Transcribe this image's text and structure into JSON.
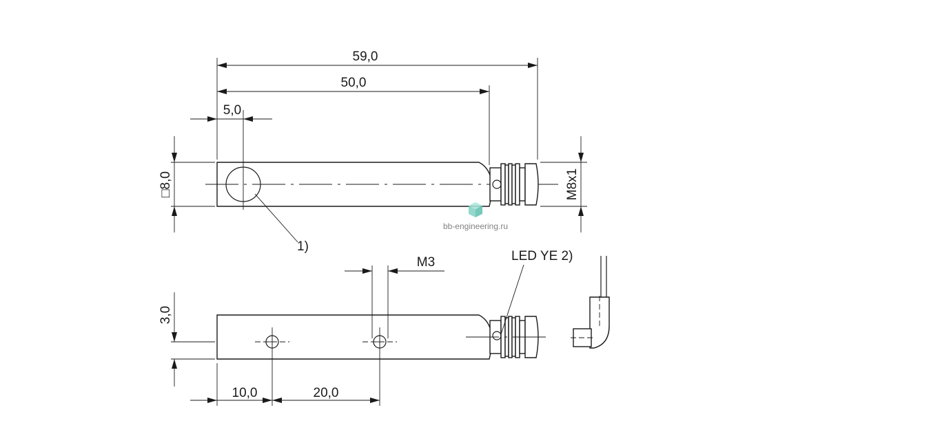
{
  "dimensions": {
    "overall_length": "59,0",
    "body_length": "50,0",
    "sensing_offset": "5,0",
    "square_size": "□8,0",
    "connector_thread": "M8x1",
    "mount_thread": "M3",
    "mount_height": "3,0",
    "hole_offset_1": "10,0",
    "hole_spacing": "20,0"
  },
  "callouts": {
    "sensing_face": "1)",
    "led": "LED YE 2)"
  },
  "watermark": {
    "text": "bb-engineering.ru"
  },
  "colors": {
    "line": "#1a1a1a",
    "background": "#ffffff",
    "watermark_icon": "#7fd3c4"
  }
}
